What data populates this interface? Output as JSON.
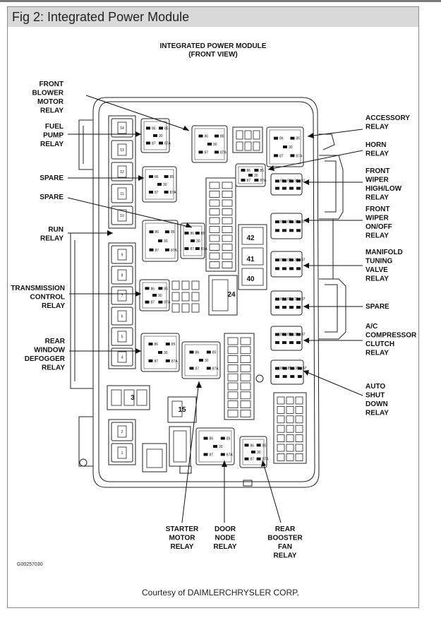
{
  "figure": {
    "title": "Fig 2: Integrated Power Module",
    "courtesy": "Courtesy of DAIMLERCHRYSLER CORP.",
    "code": "G00257030"
  },
  "diagram": {
    "heading": [
      "INTEGRATED POWER MODULE",
      "(FRONT VIEW)"
    ],
    "left_labels": {
      "front_blower": [
        "FRONT",
        "BLOWER",
        "MOTOR",
        "RELAY"
      ],
      "fuel_pump": [
        "FUEL",
        "PUMP",
        "RELAY"
      ],
      "spare1": [
        "SPARE"
      ],
      "spare2": [
        "SPARE"
      ],
      "run": [
        "RUN",
        "RELAY"
      ],
      "transmission": [
        "TRANSMISSION",
        "CONTROL",
        "RELAY"
      ],
      "rear_window": [
        "REAR",
        "WINDOW",
        "DEFOGGER",
        "RELAY"
      ]
    },
    "right_labels": {
      "accessory": [
        "ACCESSORY",
        "RELAY"
      ],
      "horn": [
        "HORN",
        "RELAY"
      ],
      "wiper_hilo": [
        "FRONT",
        "WIPER",
        "HIGH/LOW",
        "RELAY"
      ],
      "wiper_onoff": [
        "FRONT",
        "WIPER",
        "ON/OFF",
        "RELAY"
      ],
      "manifold": [
        "MANIFOLD",
        "TUNING",
        "VALVE",
        "RELAY"
      ],
      "spare": [
        "SPARE"
      ],
      "ac": [
        "A/C",
        "COMPRESSOR",
        "CLUTCH",
        "RELAY"
      ],
      "auto_shut": [
        "AUTO",
        "SHUT",
        "DOWN",
        "RELAY"
      ]
    },
    "bottom_labels": {
      "starter": [
        "STARTER",
        "MOTOR",
        "RELAY"
      ],
      "door": [
        "DOOR",
        "NODE",
        "RELAY"
      ],
      "rear_booster": [
        "REAR",
        "BOOSTER",
        "FAN",
        "RELAY"
      ]
    },
    "fuse_numbers_upper": [
      "14",
      "13",
      "12",
      "11",
      "10"
    ],
    "fuse_numbers_lower": [
      "9",
      "8",
      "7",
      "6",
      "5",
      "4"
    ],
    "fuse_numbers_bottom": [
      "2",
      "1"
    ],
    "fuse_numbers_mid": [
      "3",
      "15"
    ],
    "block_numbers": [
      "42",
      "41",
      "40",
      "24"
    ],
    "pin_labels": [
      "86",
      "85",
      "30",
      "87",
      "87A"
    ]
  }
}
